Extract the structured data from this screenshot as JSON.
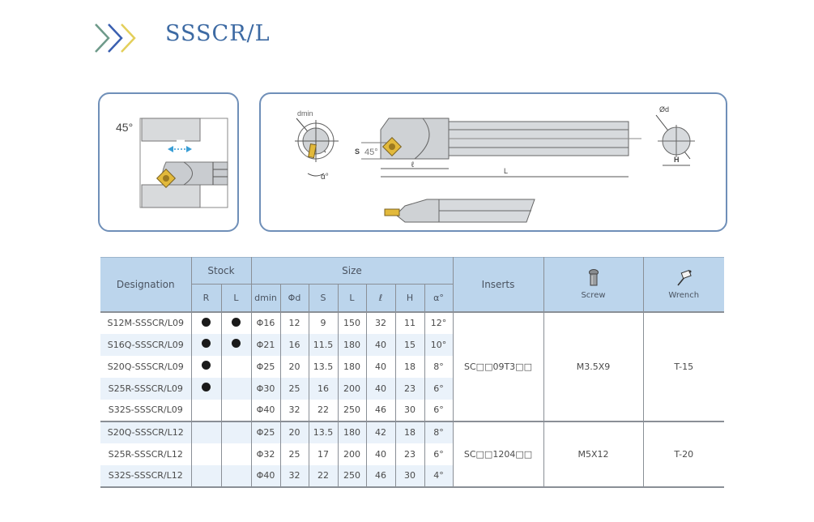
{
  "header": {
    "title": "SSSCR/L",
    "logo_icon": "triple-chevron-icon"
  },
  "diagrams": {
    "left_panel": {
      "angle_label": "45°"
    },
    "right_panel": {
      "dmin_label": "dmin",
      "alpha_label": "α°",
      "s_label": "S",
      "angle_label": "45°",
      "l_small_label": "ℓ",
      "l_label": "L",
      "od_label": "Ød",
      "h_label": "H"
    }
  },
  "table": {
    "headers": {
      "designation": "Designation",
      "stock": "Stock",
      "size": "Size",
      "inserts": "Inserts",
      "screw": "Screw",
      "wrench": "Wrench",
      "stock_cols": [
        "R",
        "L"
      ],
      "size_cols": [
        "dmin",
        "Φd",
        "S",
        "L",
        "ℓ",
        "H",
        "α°"
      ]
    },
    "groups": [
      {
        "insert": "SC□□09T3□□",
        "screw": "M3.5X9",
        "wrench": "T-15",
        "rows": [
          {
            "designation": "S12M-SSSCR/L09",
            "R": true,
            "L": true,
            "dmin": "Φ16",
            "d": "12",
            "S": "9",
            "L_len": "150",
            "l": "32",
            "H": "11",
            "a": "12°"
          },
          {
            "designation": "S16Q-SSSCR/L09",
            "R": true,
            "L": true,
            "dmin": "Φ21",
            "d": "16",
            "S": "11.5",
            "L_len": "180",
            "l": "40",
            "H": "15",
            "a": "10°"
          },
          {
            "designation": "S20Q-SSSCR/L09",
            "R": true,
            "L": false,
            "dmin": "Φ25",
            "d": "20",
            "S": "13.5",
            "L_len": "180",
            "l": "40",
            "H": "18",
            "a": "8°"
          },
          {
            "designation": "S25R-SSSCR/L09",
            "R": true,
            "L": false,
            "dmin": "Φ30",
            "d": "25",
            "S": "16",
            "L_len": "200",
            "l": "40",
            "H": "23",
            "a": "6°"
          },
          {
            "designation": "S32S-SSSCR/L09",
            "R": false,
            "L": false,
            "dmin": "Φ40",
            "d": "32",
            "S": "22",
            "L_len": "250",
            "l": "46",
            "H": "30",
            "a": "6°"
          }
        ]
      },
      {
        "insert": "SC□□1204□□",
        "screw": "M5X12",
        "wrench": "T-20",
        "rows": [
          {
            "designation": "S20Q-SSSCR/L12",
            "R": false,
            "L": false,
            "dmin": "Φ25",
            "d": "20",
            "S": "13.5",
            "L_len": "180",
            "l": "42",
            "H": "18",
            "a": "8°"
          },
          {
            "designation": "S25R-SSSCR/L12",
            "R": false,
            "L": false,
            "dmin": "Φ32",
            "d": "25",
            "S": "17",
            "L_len": "200",
            "l": "40",
            "H": "23",
            "a": "6°"
          },
          {
            "designation": "S32S-SSSCR/L12",
            "R": false,
            "L": false,
            "dmin": "Φ40",
            "d": "32",
            "S": "22",
            "L_len": "250",
            "l": "46",
            "H": "30",
            "a": "4°"
          }
        ]
      }
    ]
  }
}
